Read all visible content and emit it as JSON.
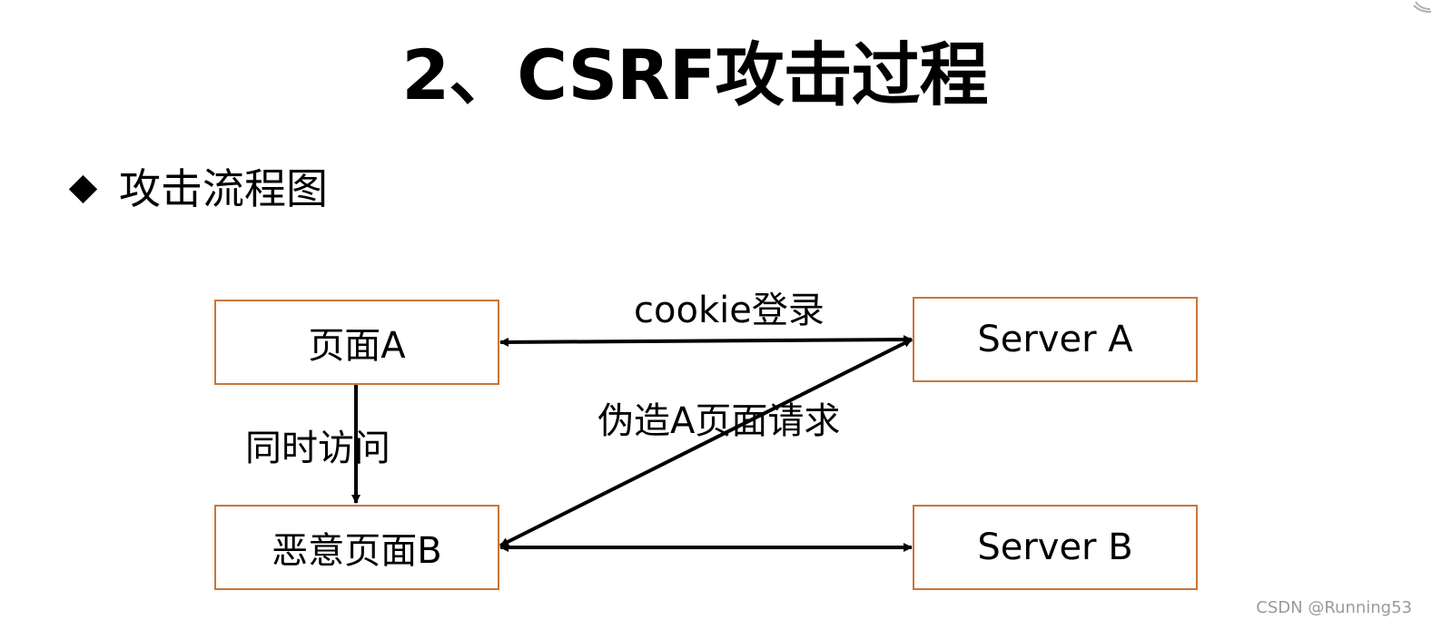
{
  "title": "2、CSRF攻击过程",
  "bullet": {
    "icon": "diamond-bullet-icon",
    "text": "攻击流程图"
  },
  "nodes": {
    "page_a": "页面A",
    "server_a": "Server A",
    "page_b": "恶意页面B",
    "server_b": "Server B"
  },
  "edges": {
    "cookie_login": "cookie登录",
    "forge_request": "伪造A页面请求",
    "simultaneous_visit": "同时访问"
  },
  "watermark": "CSDN @Running53",
  "colors": {
    "box_border": "#c8763a",
    "arrow": "#000000",
    "text": "#000000",
    "watermark": "#9a9a9a"
  }
}
